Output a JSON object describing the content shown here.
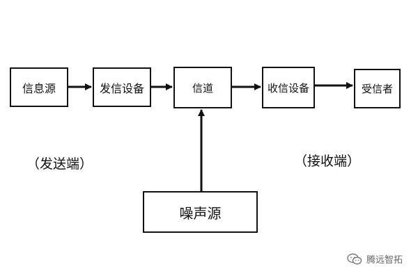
{
  "nodes": {
    "source": "信息源",
    "transmitter": "发信设备",
    "channel": "信道",
    "receiver": "收信设备",
    "sink": "受信者",
    "noise": "噪声源"
  },
  "captions": {
    "sending_end": "（发送端）",
    "receiving_end": "（接收端）"
  },
  "watermark": {
    "text": "腾远智拓",
    "icon": "wechat-icon"
  },
  "colors": {
    "stroke": "#111111",
    "background": "#ffffff",
    "watermark": "#666666"
  }
}
